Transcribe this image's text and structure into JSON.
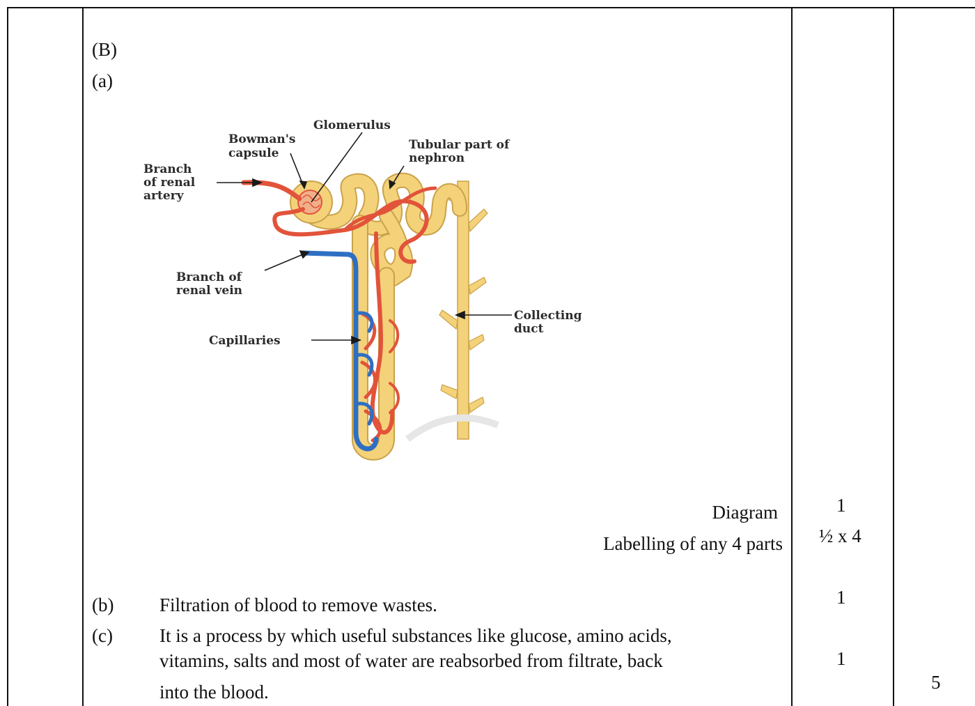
{
  "section_label": "(B)",
  "part_a": {
    "label": "(a)",
    "diagram": {
      "labels": {
        "glomerulus": "Glomerulus",
        "bowmans_capsule_1": "Bowman's",
        "bowmans_capsule_2": "capsule",
        "tubular_1": "Tubular part of",
        "tubular_2": "nephron",
        "artery_1": "Branch",
        "artery_2": "of renal",
        "artery_3": "artery",
        "vein_1": "Branch of",
        "vein_2": "renal vein",
        "capillaries": "Capillaries",
        "duct_1": "Collecting",
        "duct_2": "duct"
      },
      "colors": {
        "tubule": "#f4d27a",
        "artery": "#e2533a",
        "vein": "#2e6fc4"
      }
    },
    "marking": {
      "diagram_label": "Diagram",
      "diagram_marks": "1",
      "labelling_label": "Labelling of any 4 parts",
      "labelling_marks": "½ x 4"
    }
  },
  "part_b": {
    "label": "(b)",
    "text": "Filtration of blood to remove wastes.",
    "marks": "1"
  },
  "part_c": {
    "label": "(c)",
    "line1": "It is a process by which useful substances like glucose, amino acids,",
    "line2": "vitamins, salts and most of water are reabsorbed from filtrate, back",
    "line3": "into the blood.",
    "marks": "1"
  },
  "total_marks": "5"
}
